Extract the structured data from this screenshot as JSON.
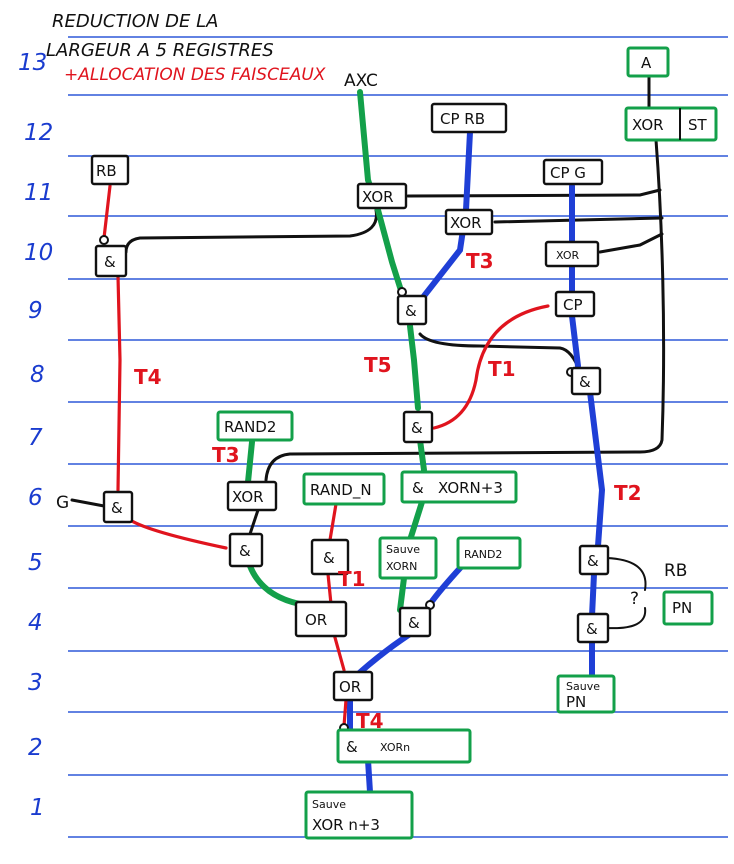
{
  "title_line1": "REDUCTION DE LA",
  "title_line2": "LARGEUR A 5 REGISTRES",
  "subtitle": "+ALLOCATION DES FAISCEAUX",
  "row_numbers": [
    "13",
    "12",
    "11",
    "10",
    "9",
    "8",
    "7",
    "6",
    "5",
    "4",
    "3",
    "2",
    "1"
  ],
  "gates": {
    "a": "A",
    "xor_st_left": "XOR",
    "xor_st_right": "ST",
    "cp_rb": "CP RB",
    "cp_g": "CP G",
    "rb_top": "RB",
    "xor_11": "XOR",
    "xor_105": "XOR",
    "xor_10": "XOR",
    "and_10": "&",
    "and_9": "&",
    "cp_9": "CP",
    "and_8": "&",
    "and_7": "&",
    "rand2_7": "RAND2",
    "xor_6": "XOR",
    "rand_n": "RAND_N",
    "and_xornp3_sym": "&",
    "and_xornp3_text": "XORN+3",
    "and_6": "&",
    "and_5_left": "&",
    "and_5_mid": "&",
    "sauve_xorn_1": "Sauve",
    "sauve_xorn_2": "XORN",
    "rand2_5": "RAND2",
    "and_5_right": "&",
    "or_4": "OR",
    "and_4_mid": "&",
    "and_4_right": "&",
    "pn_box": "PN",
    "or_3": "OR",
    "sauve_pn_1": "Sauve",
    "sauve_pn_2": "PN",
    "and_xorn_sym": "&",
    "and_xorn_text": "XORn",
    "sauve_xorn3_1": "Sauve",
    "sauve_xorn3_2": "XOR n+3"
  },
  "labels": {
    "axc": "AXC",
    "g_input": "G",
    "rb_side": "RB",
    "question": "?",
    "t1_upper": "T1",
    "t1_lower": "T1",
    "t2": "T2",
    "t3_upper": "T3",
    "t3_lower": "T3",
    "t4_left": "T4",
    "t4_lower": "T4",
    "t5": "T5"
  },
  "colors": {
    "wire_blue": "#1f3fd6",
    "wire_green": "#13a04a",
    "wire_red": "#e0141e",
    "wire_black": "#111111",
    "register_line": "#2f58d8"
  }
}
